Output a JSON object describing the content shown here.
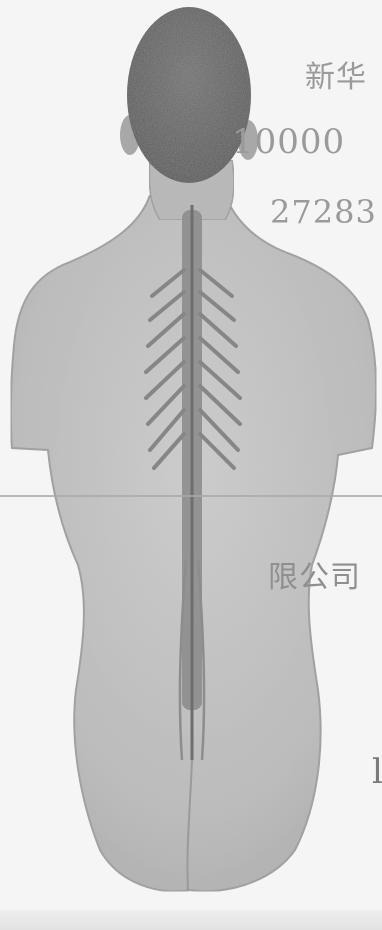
{
  "bleed_text": {
    "line1": "新华",
    "line2": "10000",
    "line3": "27283",
    "line4": "限公司",
    "line5": "l"
  },
  "colors": {
    "background": "#f5f5f5",
    "skin": "#bdbdbd",
    "hair": "#5e5e5e",
    "spine": "#7c7c7c",
    "ink": "#9a9a9a"
  }
}
